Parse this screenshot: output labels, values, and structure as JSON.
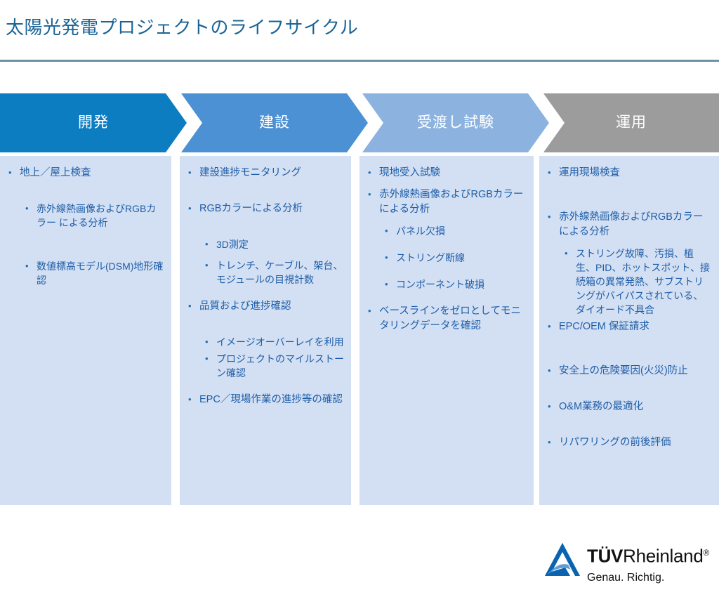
{
  "slide": {
    "title": "太陽光発電プロジェクトのライフサイクル",
    "colors": {
      "title_text": "#1a6496",
      "title_rule": "#6f91a5",
      "panel_bg": "#d3dff2",
      "body_text": "#1d5ea9",
      "phase1": "#0d7dc2",
      "phase2": "#4c91d4",
      "phase3": "#8cb3e0",
      "phase4": "#9c9c9c"
    }
  },
  "phases": [
    {
      "key": "development",
      "label": "開発",
      "color": "#0d7dc2",
      "items": [
        {
          "level": 1,
          "text": "地上／屋上検査",
          "spacing": "gap-lg",
          "children": [
            {
              "level": 2,
              "text": "赤外線熱画像およびRGBカラー による分析",
              "spacing": "gap-xl"
            },
            {
              "level": 2,
              "text": "数値標高モデル(DSM)地形確認",
              "spacing": ""
            }
          ]
        }
      ]
    },
    {
      "key": "construction",
      "label": "建設",
      "color": "#4c91d4",
      "items": [
        {
          "level": 1,
          "text": "建設進捗モニタリング",
          "spacing": "gap-lg",
          "children": []
        },
        {
          "level": 1,
          "text": "RGBカラーによる分析",
          "spacing": "gap-lg",
          "children": [
            {
              "level": 2,
              "text": "3D測定",
              "spacing": "gap-sm"
            },
            {
              "level": 2,
              "text": "トレンチ、ケーブル、架台、モジュールの目視計数",
              "spacing": ""
            }
          ]
        },
        {
          "level": 1,
          "text": "品質および進捗確認",
          "spacing": "gap-lg",
          "children": [
            {
              "level": 2,
              "text": "イメージオーバーレイを利用",
              "spacing": "tight"
            },
            {
              "level": 2,
              "text": "プロジェクトのマイルストーン確認",
              "spacing": ""
            }
          ]
        },
        {
          "level": 1,
          "text": "EPC／現場作業の進捗等の確認",
          "spacing": "",
          "children": []
        }
      ]
    },
    {
      "key": "commissioning",
      "label": "受渡し試験",
      "color": "#8cb3e0",
      "items": [
        {
          "level": 1,
          "text": "現地受入試験",
          "spacing": "gap-sm",
          "children": []
        },
        {
          "level": 1,
          "text": "赤外線熱画像およびRGBカラーによる分析",
          "spacing": "gap-sm",
          "children": [
            {
              "level": 2,
              "text": "パネル欠損",
              "spacing": ""
            },
            {
              "level": 2,
              "text": "ストリング断線",
              "spacing": ""
            },
            {
              "level": 2,
              "text": "コンポーネント破損",
              "spacing": ""
            }
          ]
        },
        {
          "level": 1,
          "text": "ベースラインをゼロとしてモニタリングデータを確認",
          "spacing": "",
          "children": []
        }
      ]
    },
    {
      "key": "operation",
      "label": "運用",
      "color": "#9c9c9c",
      "items": [
        {
          "level": 1,
          "text": "運用現場検査",
          "spacing": "gap-xl",
          "children": []
        },
        {
          "level": 1,
          "text": "赤外線熱画像およびRGBカラーによる分析",
          "spacing": "gap-sm",
          "children": [
            {
              "level": 2,
              "text": "ストリング故障、汚損、植生、PID、ホットスポット、接続箱の異常発熱、サブストリングがバイパスされている、ダイオード不具合",
              "spacing": "tight"
            }
          ]
        },
        {
          "level": 1,
          "text": "EPC/OEM 保証請求",
          "spacing": "gap-xl",
          "children": []
        },
        {
          "level": 1,
          "text": "安全上の危険要因(火災)防止",
          "spacing": "gap-lg",
          "children": []
        },
        {
          "level": 1,
          "text": "O&M業務の最適化",
          "spacing": "gap-lg",
          "children": []
        },
        {
          "level": 1,
          "text": "リパワリングの前後評価",
          "spacing": "",
          "children": []
        }
      ]
    }
  ],
  "logo": {
    "mark_name": "tuv-rheinland-triangle-mark",
    "brand_bold": "TÜV",
    "brand_regular": "Rheinland",
    "registered": "®",
    "tagline": "Genau. Richtig."
  }
}
